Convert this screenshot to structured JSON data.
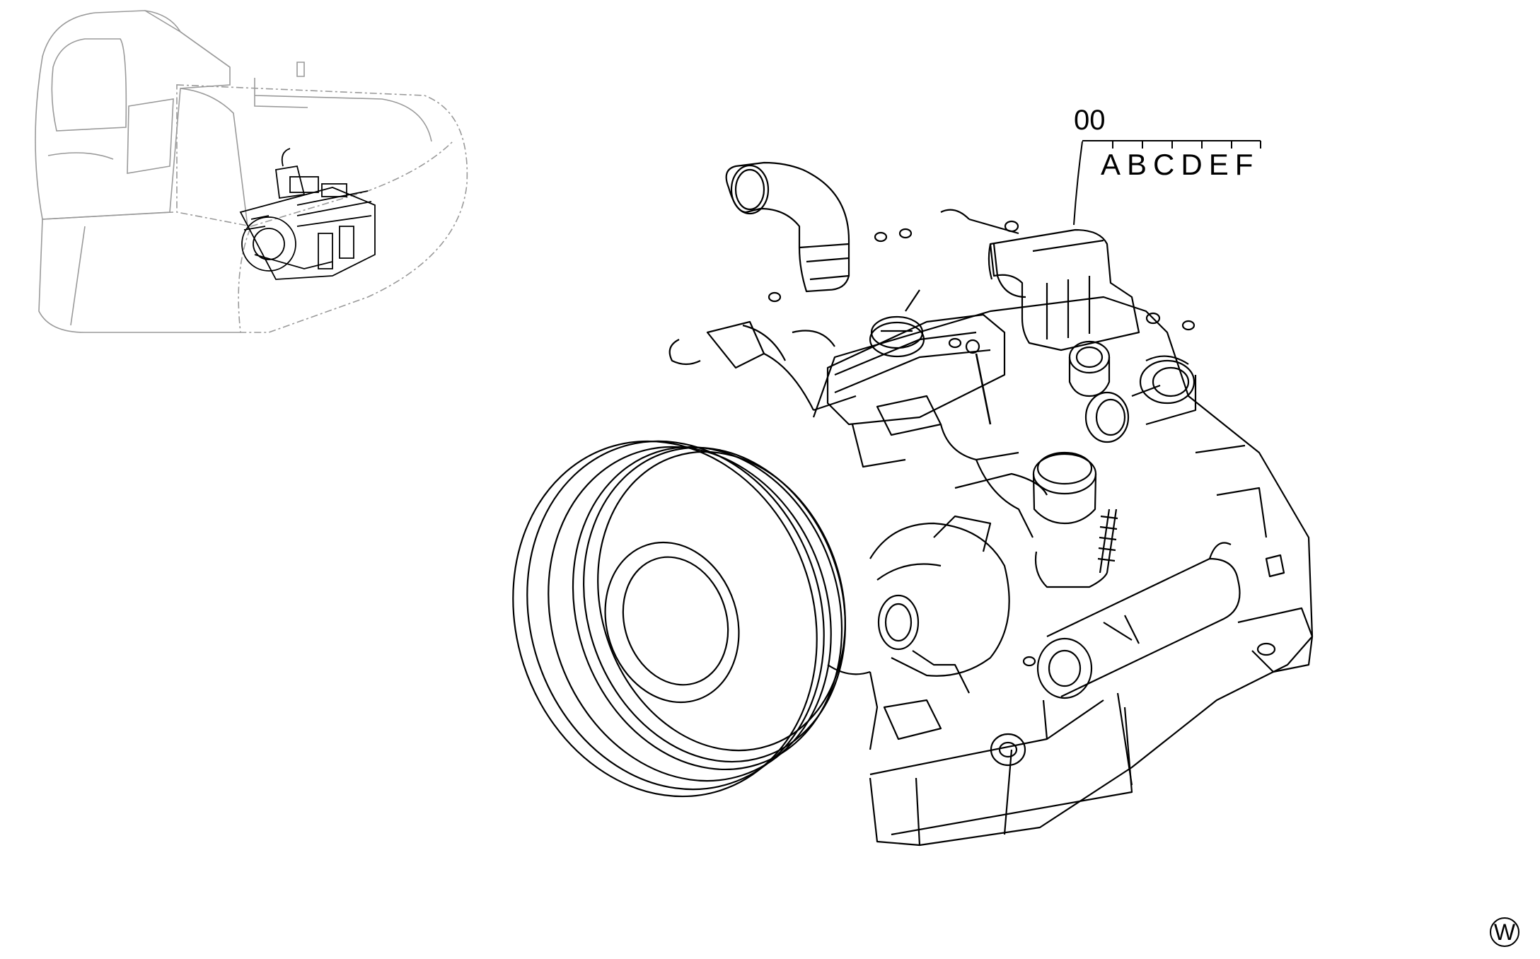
{
  "callout": {
    "part_number": "00",
    "variants": "ABCDEF"
  },
  "corner_mark": {
    "letter": "W"
  },
  "colors": {
    "line": "#000000",
    "ghost_line": "#9a9a9a",
    "background": "#ffffff"
  },
  "icons": [
    "excavator-locator-icon",
    "engine-assembly-icon",
    "circled-w-icon"
  ]
}
